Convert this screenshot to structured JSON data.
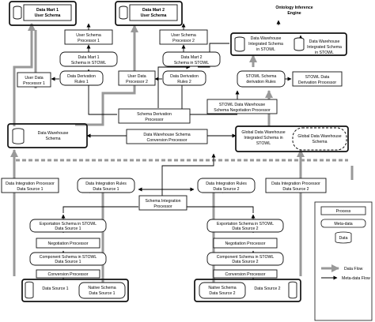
{
  "nodes": {
    "data_mart_1": [
      "Data Mart 1",
      "User Schema"
    ],
    "data_mart_2": [
      "Data Mart 2",
      "User Schema"
    ],
    "ontology_engine": [
      "Ontology Inference",
      "Engine"
    ],
    "user_schema_proc_1": [
      "User Schema",
      "Processor 1"
    ],
    "user_schema_proc_2": [
      "User Schema",
      "Processor 2"
    ],
    "dm1_stowl": [
      "Data Mart 1",
      "Schema in STOWL"
    ],
    "dm2_stowl": [
      "Data Mart 2",
      "Schema in STOWL"
    ],
    "dw_integrated_left": [
      "Data Warehouse",
      "Integrated Schema",
      "in STOWL"
    ],
    "dw_integrated_right": [
      "Data Warehouse",
      "Integrated Schema",
      "in STOWL"
    ],
    "user_data_proc_1": [
      "User Data",
      "Processor 1"
    ],
    "data_derivation_rules_1": [
      "Data Derivation",
      "Rules 1"
    ],
    "user_data_proc_2": [
      "User Data",
      "Processor 2"
    ],
    "data_derivation_rules_2": [
      "Data Derivation",
      "Rules 2"
    ],
    "stowl_schema_rules": [
      "STOWL Schema",
      "derivation Rules"
    ],
    "stowl_data_proc": [
      "STOWL Data",
      "Derivation Processor"
    ],
    "schema_derivation_proc": [
      "Schema Derivation",
      "Processor"
    ],
    "stowl_dw_schema_neg": [
      "STOWL Data Warehouse",
      "Schema Negotiation Processor"
    ],
    "data_warehouse": [
      "Data Warehouse",
      "Schema"
    ],
    "dw_schema_conversion": [
      "Data Warehouse Schema",
      "Conversion Processor"
    ],
    "global_dw": [
      "Global Data Warehouse",
      "Integrated Schema in",
      "STOWL"
    ],
    "global_dw_schema": [
      "Global Data Warehouse",
      "Schema"
    ],
    "data_integration_proc_1": [
      "Data Integration Processor",
      "Data Source 1"
    ],
    "data_integration_rules_1": [
      "Data Integration Rules",
      "Data Source 1"
    ],
    "data_integration_rules_2": [
      "Data Integration Rules",
      "Data Source 2"
    ],
    "data_integration_proc_2": [
      "Data Integration Processor",
      "Data Source 2"
    ],
    "schema_integration_proc": [
      "Schema Integration",
      "Processor"
    ],
    "exportation_schema_1": [
      "Exportation Schema in STOWL",
      "Data Source 1"
    ],
    "exportation_schema_2": [
      "Exportation Schema in STOWL",
      "Data Source 2"
    ],
    "negotiation_proc_1": [
      "Negotiation Processor"
    ],
    "negotiation_proc_2": [
      "Negotiation Processor"
    ],
    "component_schema_1": [
      "Component Schema in STOWL",
      "Data Source 1"
    ],
    "component_schema_2": [
      "Component Schema in STOWL",
      "Data Source 2"
    ],
    "conversion_proc_1": [
      "Conversion Processor"
    ],
    "conversion_proc_2": [
      "Conversion Processor"
    ],
    "data_source_1": [
      "Data Source 1"
    ],
    "native_schema_1": [
      "Native Schema",
      "Data Source 1"
    ],
    "native_schema_2": [
      "Native Schema",
      "Data Source 2"
    ],
    "data_source_2": [
      "Data Source 2"
    ]
  },
  "legend": {
    "process": "Process",
    "metadata": "Meta-data",
    "data": "Data",
    "data_flow": "Data Flow",
    "metadata_flow": "Meta-data Flow"
  }
}
